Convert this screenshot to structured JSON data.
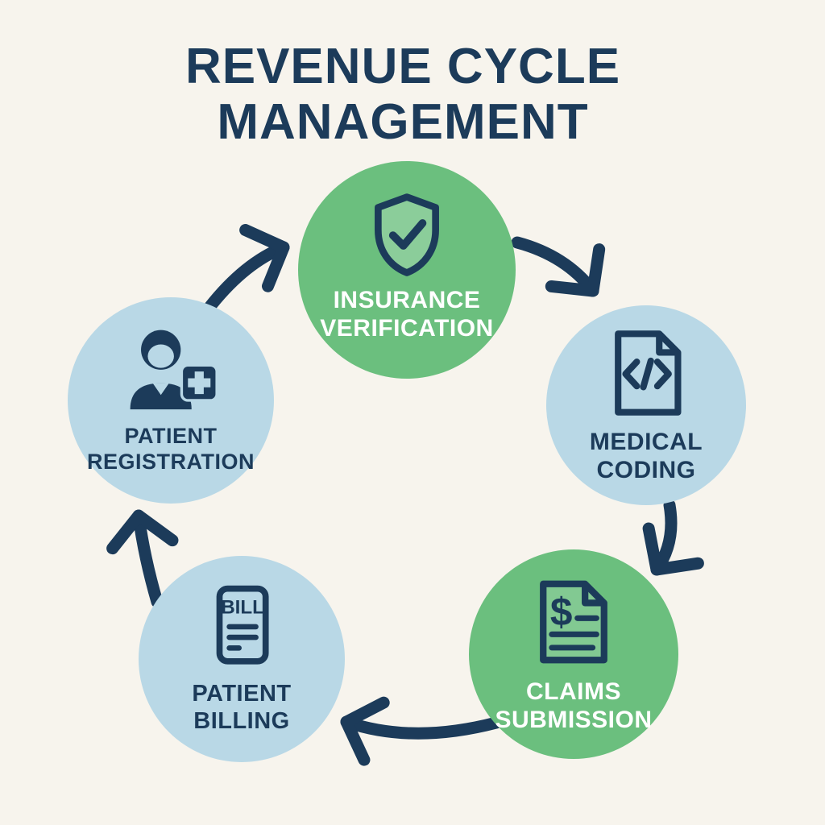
{
  "title": "REVENUE CYCLE MANAGEMENT",
  "palette": {
    "navy": "#1c3b5a",
    "green": "#6bbf7e",
    "light_blue": "#b9d8e6",
    "background": "#f7f4ed",
    "white": "#ffffff"
  },
  "steps": [
    {
      "id": "insurance-verification",
      "label": "INSURANCE VERIFICATION",
      "icon": "shield-check-icon",
      "color": "green",
      "text_color": "white"
    },
    {
      "id": "medical-coding",
      "label": "MEDICAL CODING",
      "icon": "code-document-icon",
      "color": "light_blue",
      "text_color": "navy"
    },
    {
      "id": "claims-submission",
      "label": "CLAIMS SUBMISSION",
      "icon": "dollar-invoice-icon",
      "color": "green",
      "text_color": "white"
    },
    {
      "id": "patient-billing",
      "label": "PATIENT BILLING",
      "icon": "bill-document-icon",
      "icon_text": "BILL",
      "color": "light_blue",
      "text_color": "navy"
    },
    {
      "id": "patient-registration",
      "label": "PATIENT REGISTRATION",
      "icon": "patient-plus-icon",
      "color": "light_blue",
      "text_color": "navy"
    }
  ],
  "flow": [
    {
      "from": "patient-registration",
      "to": "insurance-verification"
    },
    {
      "from": "insurance-verification",
      "to": "medical-coding"
    },
    {
      "from": "medical-coding",
      "to": "claims-submission"
    },
    {
      "from": "claims-submission",
      "to": "patient-billing"
    },
    {
      "from": "patient-billing",
      "to": "patient-registration"
    }
  ]
}
